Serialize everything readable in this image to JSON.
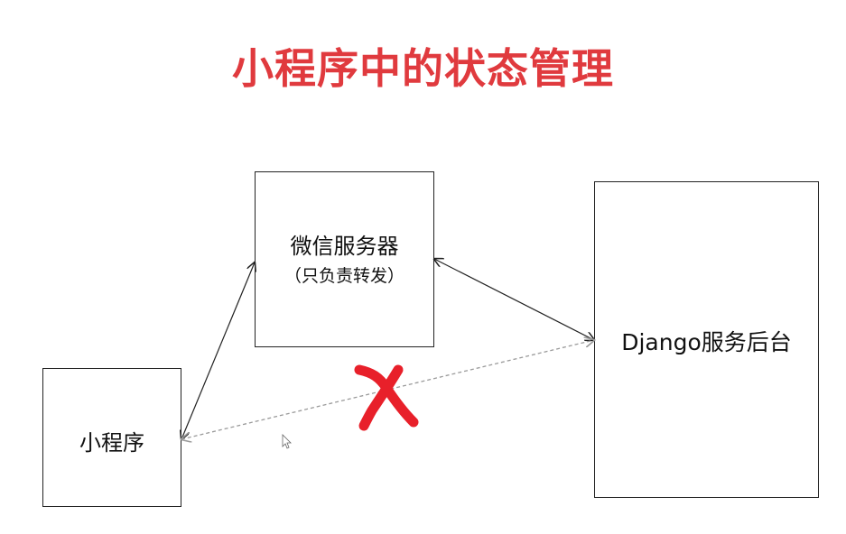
{
  "title": "小程序中的状态管理",
  "nodes": {
    "wechat_server": {
      "label": "微信服务器",
      "sublabel": "（只负责转发）"
    },
    "miniprogram": {
      "label": "小程序"
    },
    "django_backend": {
      "label": "Django服务后台"
    }
  },
  "edges": [
    {
      "from": "miniprogram",
      "to": "wechat_server",
      "style": "solid",
      "bidirectional": true
    },
    {
      "from": "wechat_server",
      "to": "django_backend",
      "style": "solid",
      "bidirectional": true
    },
    {
      "from": "miniprogram",
      "to": "django_backend",
      "style": "dashed",
      "bidirectional": true,
      "blocked": true
    }
  ],
  "colors": {
    "title": "#e03a3e",
    "cross_mark": "#e8202a",
    "dashed_edge": "#9a9a9a",
    "solid_edge": "#222222"
  }
}
